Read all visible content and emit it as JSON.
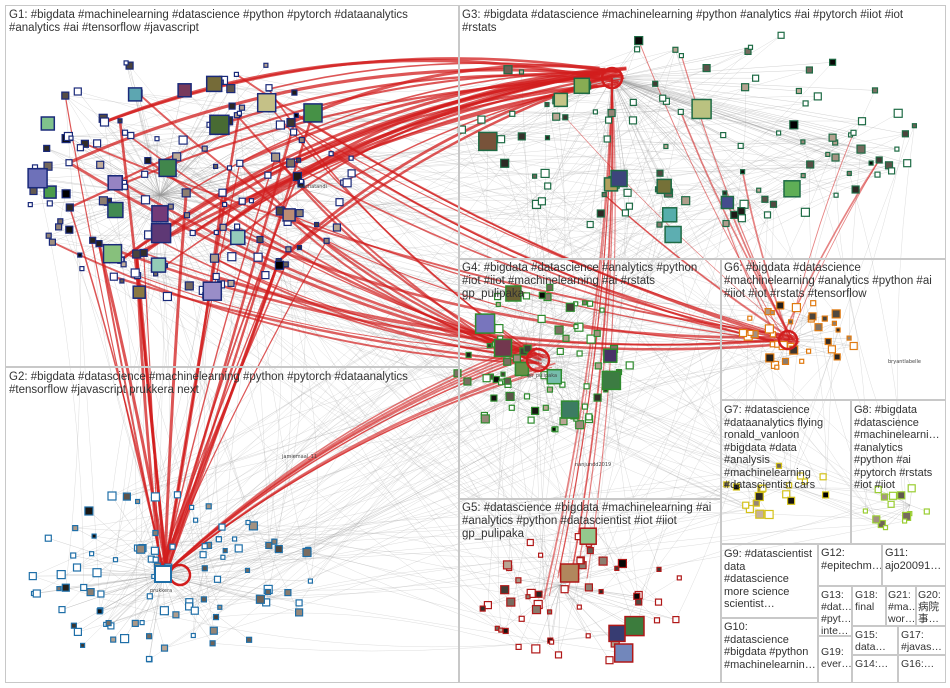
{
  "groups": [
    {
      "id": "G1",
      "label": "G1: #bigdata #machinelearning #datascience #python #pytorch #dataanalytics\n#analytics #ai #tensorflow #javascript",
      "color": "#1a2a7a"
    },
    {
      "id": "G2",
      "label": "G2: #bigdata #datascience #machinelearning #python #pytorch #dataanalytics\n#tensorflow #javascript prukkera next",
      "color": "#1f6fa8"
    },
    {
      "id": "G3",
      "label": "G3: #bigdata #datascience #machinelearning #python #analytics #ai #pytorch #iiot #iot\n#rstats",
      "color": "#1e6b45"
    },
    {
      "id": "G4",
      "label": "G4: #bigdata #datascience #analytics #python\n#iot #iiot #machinelearning #ai #rstats\ngp_pulipaka",
      "color": "#2e8b2e"
    },
    {
      "id": "G5",
      "label": "G5: #datascience #bigdata #machinelearning #ai\n#analytics #python #datascientist #iot #iiot\ngp_pulipaka",
      "color": "#b01818"
    },
    {
      "id": "G6",
      "label": "G6: #bigdata #datascience\n#machinelearning #analytics #python #ai\n#iiot #iot #rstats #tensorflow",
      "color": "#e07a10"
    },
    {
      "id": "G7",
      "label": "G7: #datascience\n#dataanalytics flying\nronald_vanloon\n#bigdata #data\n#analysis\n#machinelearning\n#datascientist cars",
      "color": "#d4c21a"
    },
    {
      "id": "G8",
      "label": "G8: #bigdata\n#datascience\n#machinelearni…\n#analytics\n#python #ai\n#pytorch #rstats\n#iot #iiot",
      "color": "#9acd32"
    },
    {
      "id": "G9",
      "label": "G9: #datascientist\ndata\n#datascience\nmore science\nscientist…",
      "color": "#8a8a8a"
    },
    {
      "id": "G10",
      "label": "G10:\n#datascience\n#bigdata #python\n#machinelearnin…",
      "color": "#8a8a8a"
    },
    {
      "id": "G11",
      "label": "G11:\najo20091…",
      "color": "#8a8a8a"
    },
    {
      "id": "G12",
      "label": "G12:\n#epitechm…",
      "color": "#8a8a8a"
    },
    {
      "id": "G13",
      "label": "G13:\n#dat…\n#pyt…\ninte…",
      "color": "#8a8a8a"
    },
    {
      "id": "G14",
      "label": "G14:…",
      "color": "#8a8a8a"
    },
    {
      "id": "G15",
      "label": "G15:\ndata…",
      "color": "#8a8a8a"
    },
    {
      "id": "G16",
      "label": "G16:…",
      "color": "#8a8a8a"
    },
    {
      "id": "G17",
      "label": "G17:\n#javas…",
      "color": "#8a8a8a"
    },
    {
      "id": "G18",
      "label": "G18:\nfinal",
      "color": "#8a8a8a"
    },
    {
      "id": "G19",
      "label": "G19:\never…",
      "color": "#8a8a8a"
    },
    {
      "id": "G20",
      "label": "G20:\n病院\n事…",
      "color": "#8a8a8a"
    },
    {
      "id": "G21",
      "label": "G21:\n#ma…\nwor…",
      "color": "#8a8a8a"
    }
  ],
  "node_labels": {
    "g2_hub": "prukkera",
    "g4_hub": "gp_pulipaka",
    "g2_side": "jamiemaal_11",
    "g4_side": "nanjundd2019",
    "g6_side": "bryantlabelle",
    "g1_side": "sschatandi"
  },
  "colors": {
    "edge": "#9a9a9a",
    "edge_strong": "#d21d1d",
    "panel_border": "#c8c8c8",
    "label_text": "#333333"
  }
}
